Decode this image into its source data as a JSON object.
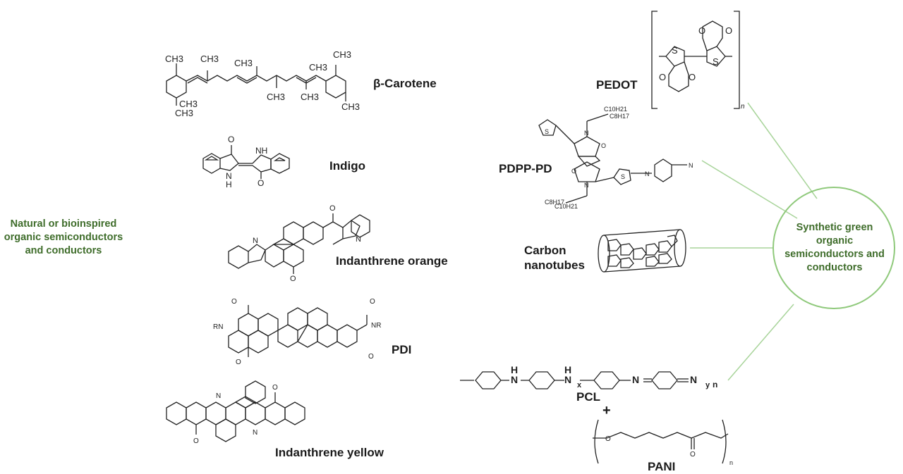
{
  "left_group": {
    "label": "Natural or bioinspired organic semiconductors and conductors"
  },
  "right_group": {
    "label": "Synthetic green organic semiconductors and conductors"
  },
  "colors": {
    "group_text": "#3f6d2b",
    "connector": "#a8d49a",
    "circle": "#8fc97b",
    "ink": "#222222"
  },
  "molecules": {
    "beta_carotene": {
      "name": "β-Carotene",
      "atoms": {
        "ch3": "CH3"
      }
    },
    "indigo": {
      "name": "Indigo",
      "atoms": {
        "o": "O",
        "nh": "NH",
        "n": "N",
        "h": "H"
      }
    },
    "indanthrene_orange": {
      "name": "Indanthrene orange",
      "atoms": {
        "n": "N",
        "o": "O"
      }
    },
    "pdi": {
      "name": "PDI",
      "atoms": {
        "o": "O",
        "rn": "RN",
        "nr": "NR"
      }
    },
    "indanthrene_yellow": {
      "name": "Indanthrene yellow",
      "atoms": {
        "n": "N",
        "o": "O"
      }
    },
    "pedot": {
      "name": "PEDOT",
      "atoms": {
        "o": "O",
        "s": "S",
        "n": "n"
      }
    },
    "pdpp_pd": {
      "name": "PDPP-PD",
      "atoms": {
        "n": "N",
        "o": "O",
        "s": "S",
        "c10": "C10H21",
        "c8": "C8H17"
      }
    },
    "carbon_nanotubes": {
      "name": "Carbon nanotubes"
    },
    "pcl": {
      "name": "PCL",
      "atoms": {
        "h": "H",
        "n": "N",
        "x": "x",
        "y": "y",
        "sub_n": "n"
      }
    },
    "plus": "+",
    "pani": {
      "name": "PANI",
      "atoms": {
        "o": "O",
        "n": "n"
      }
    }
  }
}
